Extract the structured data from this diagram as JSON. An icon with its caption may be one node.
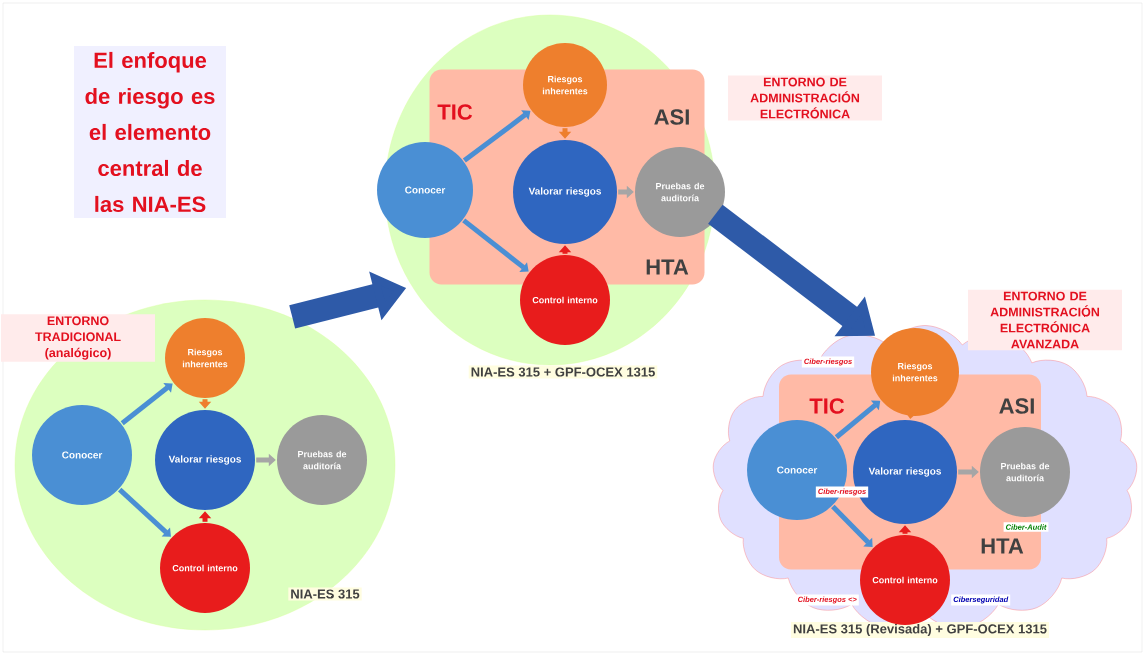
{
  "diagram": {
    "title": "El enfoque de riesgo es el elemento central de las NIA-ES",
    "nodes": [
      {
        "text": [
          "ENTORNO TRADICIONAL (analógico)",
          "NIA-ES 315"
        ]
      },
      {
        "text": [
          "Riesgos inherentes"
        ],
        "in": 0
      },
      {
        "text": [
          "Conocer"
        ],
        "in": 0
      },
      {
        "text": [
          "Valorar riesgos"
        ],
        "in": 0
      },
      {
        "text": [
          "Pruebas de auditoría"
        ],
        "in": 0
      },
      {
        "text": [
          "Control interno"
        ],
        "in": 0
      },
      {
        "text": [
          "ENTORNO DE ADMINISTRACIÓN ELECTRÓNICA",
          "NIA-ES 315 + GPF-OCEX 1315"
        ]
      },
      {
        "text": [
          "TIC",
          "ASI",
          "HTA"
        ],
        "in": 6
      },
      {
        "text": [
          "Riesgos inherentes"
        ],
        "in": 6
      },
      {
        "text": [
          "Conocer"
        ],
        "in": 6
      },
      {
        "text": [
          "Valorar riesgos"
        ],
        "in": 7
      },
      {
        "text": [
          "Pruebas de auditoría"
        ],
        "in": 6
      },
      {
        "text": [
          "Control interno"
        ],
        "in": 6
      },
      {
        "text": [
          "ENTORNO DE ADMINISTRACIÓN ELECTRÓNICA AVANZADA",
          "NIA-ES 315 (Revisada) + GPF-OCEX 1315"
        ]
      },
      {
        "text": [
          "TIC",
          "ASI",
          "HTA"
        ],
        "in": 13
      },
      {
        "text": [
          "Riesgos inherentes"
        ],
        "in": 13,
        "beside": [
          "Ciber-riesgos"
        ]
      },
      {
        "text": [
          "Conocer"
        ],
        "in": 13
      },
      {
        "text": [
          "Valorar riesgos"
        ],
        "in": 14,
        "beside": [
          "Ciber-riesgos"
        ]
      },
      {
        "text": [
          "Pruebas de auditoría"
        ],
        "in": 13,
        "beside": [
          "Ciber-Audit"
        ]
      },
      {
        "text": [
          "Control interno"
        ],
        "in": 13,
        "beside": [
          "Ciber-riesgos <>",
          "Ciberseguridad"
        ]
      }
    ],
    "edges": [
      {
        "from": 2,
        "to": 1,
        "arrow": "to"
      },
      {
        "from": 2,
        "to": 5,
        "arrow": "to"
      },
      {
        "from": 1,
        "to": 3,
        "arrow": "to",
        "color": "#ee7f2d"
      },
      {
        "from": 5,
        "to": 3,
        "arrow": "to",
        "color": "#e81c1c"
      },
      {
        "from": 3,
        "to": 4,
        "arrow": "to",
        "color": "#a6a6a6"
      },
      {
        "from": 9,
        "to": 8,
        "arrow": "to"
      },
      {
        "from": 9,
        "to": 12,
        "arrow": "to"
      },
      {
        "from": 8,
        "to": 10,
        "arrow": "to",
        "color": "#ee7f2d"
      },
      {
        "from": 12,
        "to": 10,
        "arrow": "to",
        "color": "#e81c1c"
      },
      {
        "from": 10,
        "to": 11,
        "arrow": "to",
        "color": "#a6a6a6"
      },
      {
        "from": 16,
        "to": 15,
        "arrow": "to"
      },
      {
        "from": 16,
        "to": 19,
        "arrow": "to"
      },
      {
        "from": 15,
        "to": 17,
        "arrow": "to",
        "color": "#ee7f2d"
      },
      {
        "from": 19,
        "to": 17,
        "arrow": "to",
        "color": "#e81c1c"
      },
      {
        "from": 17,
        "to": 18,
        "arrow": "to",
        "color": "#a6a6a6"
      },
      {
        "from": 0,
        "to": 6,
        "arrow": "to",
        "style": "thick",
        "color": "#2e5aa8"
      },
      {
        "from": 6,
        "to": 13,
        "arrow": "to",
        "style": "thick",
        "color": "#2e5aa8"
      }
    ]
  }
}
